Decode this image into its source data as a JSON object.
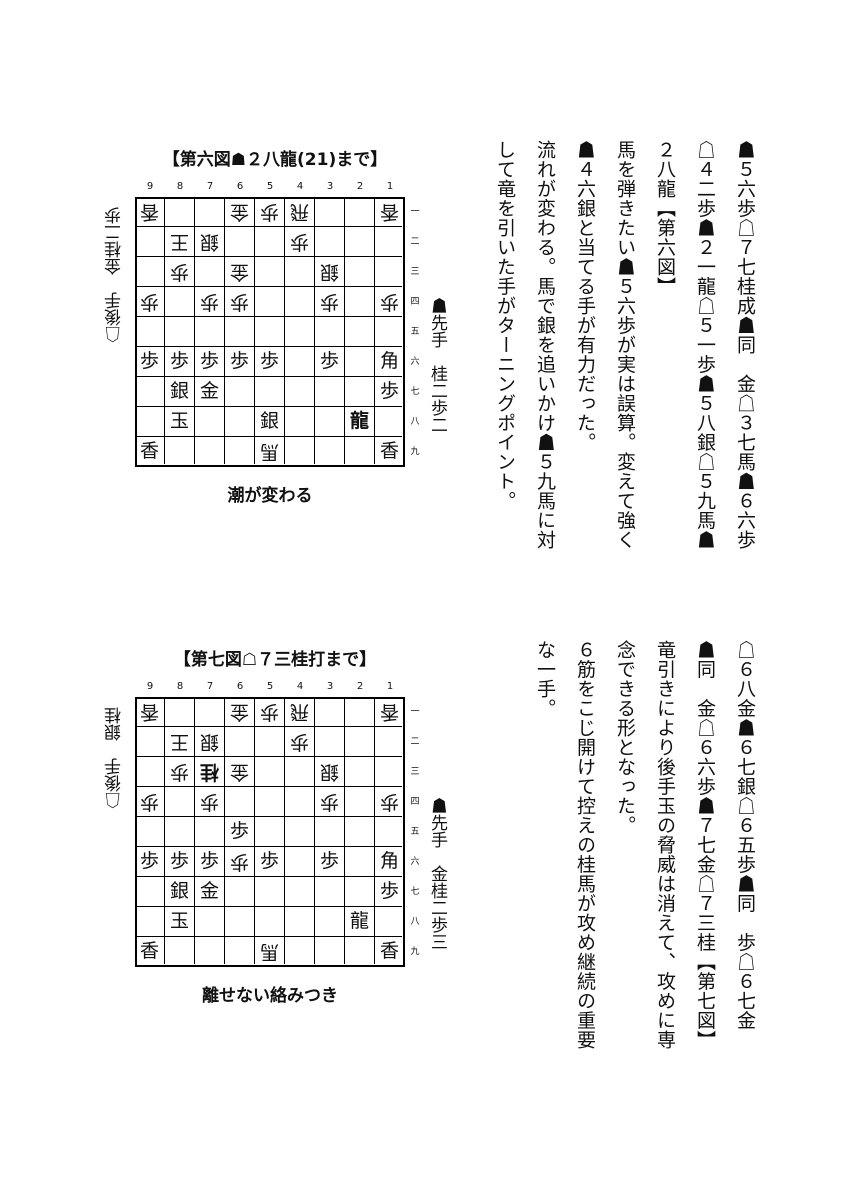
{
  "diagrams": [
    {
      "title": "【第六図☗２八龍(21)まで】",
      "caption": "潮が変わる",
      "gote_hand": "☖後手　金桂二歩",
      "sente_hand": "☗先手　桂二歩二",
      "files": [
        "9",
        "8",
        "7",
        "6",
        "5",
        "4",
        "3",
        "2",
        "1"
      ],
      "ranks": [
        "一",
        "二",
        "三",
        "四",
        "五",
        "六",
        "七",
        "八",
        "九"
      ],
      "board": [
        [
          "v香",
          "",
          "",
          "v金",
          "v歩",
          "v飛",
          "",
          "",
          "v香"
        ],
        [
          "",
          "v王",
          "v銀",
          "",
          "",
          "v歩",
          "",
          "",
          ""
        ],
        [
          "",
          "v歩",
          "",
          "v金",
          "",
          "",
          "v銀",
          "",
          ""
        ],
        [
          "v歩",
          "",
          "v歩",
          "v歩",
          "",
          "",
          "v歩",
          "",
          "v歩"
        ],
        [
          "",
          "",
          "",
          "",
          "",
          "",
          "",
          "",
          ""
        ],
        [
          "歩",
          "歩",
          "歩",
          "歩",
          "歩",
          "",
          "歩",
          "",
          "角"
        ],
        [
          "",
          "銀",
          "金",
          "",
          "",
          "",
          "",
          "",
          "歩"
        ],
        [
          "",
          "玉",
          "",
          "",
          "銀",
          "",
          "",
          "!龍",
          ""
        ],
        [
          "香",
          "",
          "",
          "",
          "v馬",
          "",
          "",
          "",
          "香"
        ]
      ]
    },
    {
      "title": "【第七図☖７三桂打まで】",
      "caption": "離せない絡みつき",
      "gote_hand": "☖後手　銀桂",
      "sente_hand": "☗先手　金桂二歩三",
      "files": [
        "9",
        "8",
        "7",
        "6",
        "5",
        "4",
        "3",
        "2",
        "1"
      ],
      "ranks": [
        "一",
        "二",
        "三",
        "四",
        "五",
        "六",
        "七",
        "八",
        "九"
      ],
      "board": [
        [
          "v香",
          "",
          "",
          "v金",
          "v歩",
          "v飛",
          "",
          "",
          "v香"
        ],
        [
          "",
          "v王",
          "v銀",
          "",
          "",
          "v歩",
          "",
          "",
          ""
        ],
        [
          "",
          "v歩",
          "!v桂",
          "v金",
          "",
          "",
          "v銀",
          "",
          ""
        ],
        [
          "v歩",
          "",
          "v歩",
          "",
          "",
          "",
          "v歩",
          "",
          "v歩"
        ],
        [
          "",
          "",
          "",
          "歩",
          "",
          "",
          "",
          "",
          ""
        ],
        [
          "歩",
          "歩",
          "歩",
          "v歩",
          "歩",
          "",
          "歩",
          "",
          "角"
        ],
        [
          "",
          "銀",
          "金",
          "",
          "",
          "",
          "",
          "",
          "歩"
        ],
        [
          "",
          "玉",
          "",
          "",
          "",
          "",
          "",
          "龍",
          ""
        ],
        [
          "香",
          "",
          "",
          "",
          "v馬",
          "",
          "",
          "",
          "香"
        ]
      ]
    }
  ],
  "text_top": [
    "☗５六歩☖７七桂成☗同　金☖３七馬☗６六歩",
    "☖４二歩☗２一龍☖５一歩☗５八銀☖５九馬☗",
    "２八龍【第六図】",
    "馬を弾きたい☗５六歩が実は誤算。変えて強く",
    "☗４六銀と当てる手が有力だった。",
    "流れが変わる。馬で銀を追いかけ☗５九馬に対",
    "して竜を引いた手がターニングポイント。"
  ],
  "text_bottom": [
    "☖６八金☗６七銀☖６五歩☗同　歩☖６七金",
    "☗同　金☖６六歩☗７七金☖７三桂【第七図】",
    "竜引きにより後手玉の脅威は消えて、攻めに専",
    "念できる形となった。",
    "６筋をこじ開けて控えの桂馬が攻め継続の重要",
    "な一手。"
  ]
}
